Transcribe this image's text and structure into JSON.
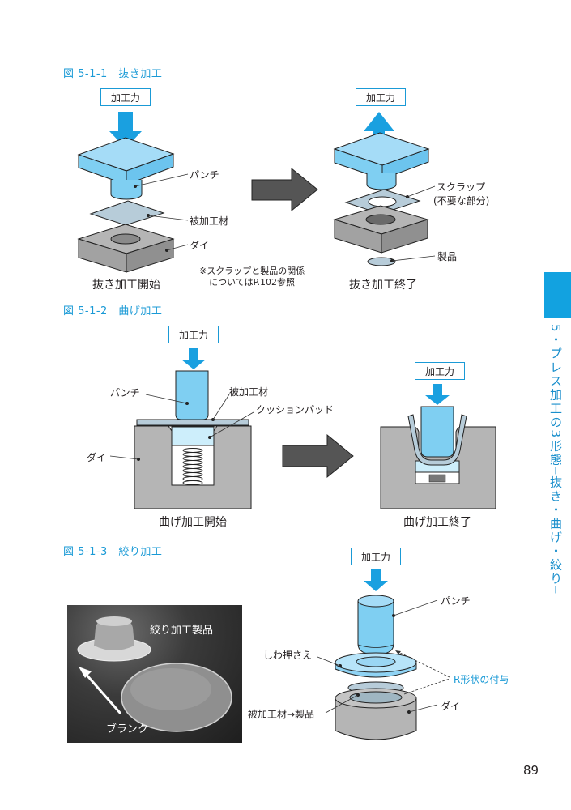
{
  "page_number": "89",
  "side_tab": {
    "text": "5・プレス加工の3形態─抜き・曲げ・絞り─",
    "color": "#12a2e0"
  },
  "colors": {
    "accent": "#1a9ad6",
    "punch_blue": "#8fd3f4",
    "work_blue": "#b6cfdc",
    "die_gray": "#b3b3b3",
    "arrow_gray": "#5a5a5a"
  },
  "figures": [
    {
      "id": "fig-5-1-1",
      "title": "図 5-1-1　抜き加工",
      "force_label": "加工力",
      "left": {
        "caption": "抜き加工開始",
        "labels": {
          "punch": "パンチ",
          "work": "被加工材",
          "die": "ダイ"
        }
      },
      "note_line1": "※スクラップと製品の関係",
      "note_line2": "についてはP.102参照",
      "right": {
        "caption": "抜き加工終了",
        "force_label": "加工力",
        "labels": {
          "scrap": "スクラップ",
          "scrap_note": "(不要な部分)",
          "product": "製品"
        }
      }
    },
    {
      "id": "fig-5-1-2",
      "title": "図 5-1-2　曲げ加工",
      "force_label": "加工力",
      "left": {
        "caption": "曲げ加工開始",
        "labels": {
          "punch": "パンチ",
          "work": "被加工材",
          "cushion": "クッションパッド",
          "die": "ダイ"
        }
      },
      "right": {
        "caption": "曲げ加工終了",
        "force_label": "加工力"
      }
    },
    {
      "id": "fig-5-1-3",
      "title": "図 5-1-3　絞り加工",
      "photo": {
        "product_label": "絞り加工製品",
        "blank_label": "ブランク"
      },
      "diagram": {
        "force_label": "加工力",
        "labels": {
          "punch": "パンチ",
          "holder": "しわ押さえ",
          "r_shape": "R形状の付与",
          "work": "被加工材→製品",
          "die": "ダイ"
        }
      }
    }
  ]
}
